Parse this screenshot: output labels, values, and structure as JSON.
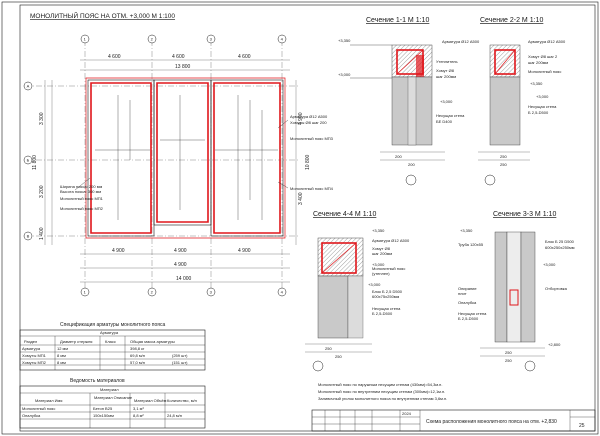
{
  "plan": {
    "title": "МОНОЛИТНЫЙ ПОЯС НА ОТМ. +3,000 М 1:100",
    "top_dims": [
      "4 600",
      "4 600",
      "4 600"
    ],
    "top_total": "13 800",
    "bottom_dims": [
      "4 900",
      "4 900",
      "4 900"
    ],
    "bottom_total": "14 000",
    "left_dims": [
      "3 300",
      "3 200",
      "1 400"
    ],
    "left_total": "11 800",
    "right_dims": [
      "4 900",
      "3 400"
    ],
    "right_total": "10 800",
    "axes_top": [
      "1",
      "2",
      "3",
      "4"
    ],
    "axes_left": [
      "А",
      "Б",
      "В"
    ],
    "labels": [
      "Ширина пояса: 200 мм",
      "Высота пояса: 300 мм",
      "Монолитный пояс МП1",
      "Монолитный пояс МП2",
      "Арматура Ø12 А500",
      "Хомуты Ø8 шаг 200",
      "Монолитный пояс МП3",
      "Монолитный пояс МП4"
    ]
  },
  "spec": {
    "title": "Спецификация арматуры монолитного пояса",
    "group": "Арматура",
    "headers": [
      "Раздел",
      "Диаметр стержня",
      "Класс",
      "Общая масса арматуры"
    ],
    "rows": [
      [
        "Арматура",
        "12 мм",
        "",
        "398,8 кг"
      ],
      [
        "Хомуты МП1",
        "8 мм",
        "",
        "69,8 м/п",
        "(259 шт)"
      ],
      [
        "Хомуты МП2",
        "8 мм",
        "",
        "57,0 м/п",
        "(151 шт)"
      ]
    ],
    "mat_title": "Ведомость материалов",
    "mat_group": "Материал",
    "mat_headers": [
      "Материал Имя",
      "Материал Описание",
      "Материал Объём",
      "Количество, м/п"
    ],
    "mat_rows": [
      [
        "Монолитный пояс",
        "Бетон B25",
        "3,1 м³",
        ""
      ],
      [
        "Опалубка",
        "150x150мм",
        "8,8 м²",
        "24,8 м/п"
      ]
    ]
  },
  "sections": {
    "s1": {
      "title": "Сечение 1-1 М 1:10",
      "elevs": [
        "+3,350",
        "+3,000",
        "+3,000"
      ],
      "notes": [
        "Арматура Ø12 А500",
        "Утеплитель",
        "Хомут Ø8",
        "шаг 200мм",
        "Несущая стена",
        "БЕ D400"
      ],
      "dims": [
        "200",
        "200"
      ]
    },
    "s2": {
      "title": "Сечение 2-2 М 1:10",
      "elevs": [
        "+3,350",
        "+3,000"
      ],
      "notes": [
        "Арматура Ø12 А500",
        "Хомут Ø8 шаг 2",
        "шаг 200мм",
        "Монолитный пояс",
        "Несущая стена",
        "Б 2,5-D500"
      ],
      "dims": [
        "250",
        "250"
      ]
    },
    "s3": {
      "title": "Сечение 3-3 М 1:10",
      "elevs": [
        "+3,350",
        "+3,000",
        "+2,800"
      ],
      "notes": [
        "Труба 120х55",
        "Блок Б 25 D500",
        "600х250х250мм",
        "Опирание",
        "плит",
        "Опалубка",
        "Отбортовка",
        "Несущая стена",
        "Б 2,5-D500"
      ],
      "dims": [
        "250",
        "250"
      ]
    },
    "s4": {
      "title": "Сечение 4-4 М 1:10",
      "elevs": [
        "+3,350",
        "+3,000",
        "+3,000"
      ],
      "notes": [
        "Арматура Ø12 А500",
        "Хомут Ø8",
        "шаг 200мм",
        "Монолитный пояс",
        "(утеплен)",
        "Блок Б 2,5 D500",
        "600x75x250мм",
        "Несущая стена",
        "Б 2,5-D500"
      ],
      "dims": [
        "250",
        "250"
      ]
    }
  },
  "notes": [
    "Монолитный пояс по наружным несущим стенам (430мм)=54,3м.п.",
    "Монолитный пояс по внутренним несущим стенам (300мм)=12,1м.п.",
    "Заливочный уголок монолитного пояса по внутренним стенам 3,6м.п."
  ],
  "titleblock": {
    "sheet_title": "Схема расположения монолитного пояса на отм. +2,830",
    "sheet_no": "25",
    "date": "2024"
  }
}
